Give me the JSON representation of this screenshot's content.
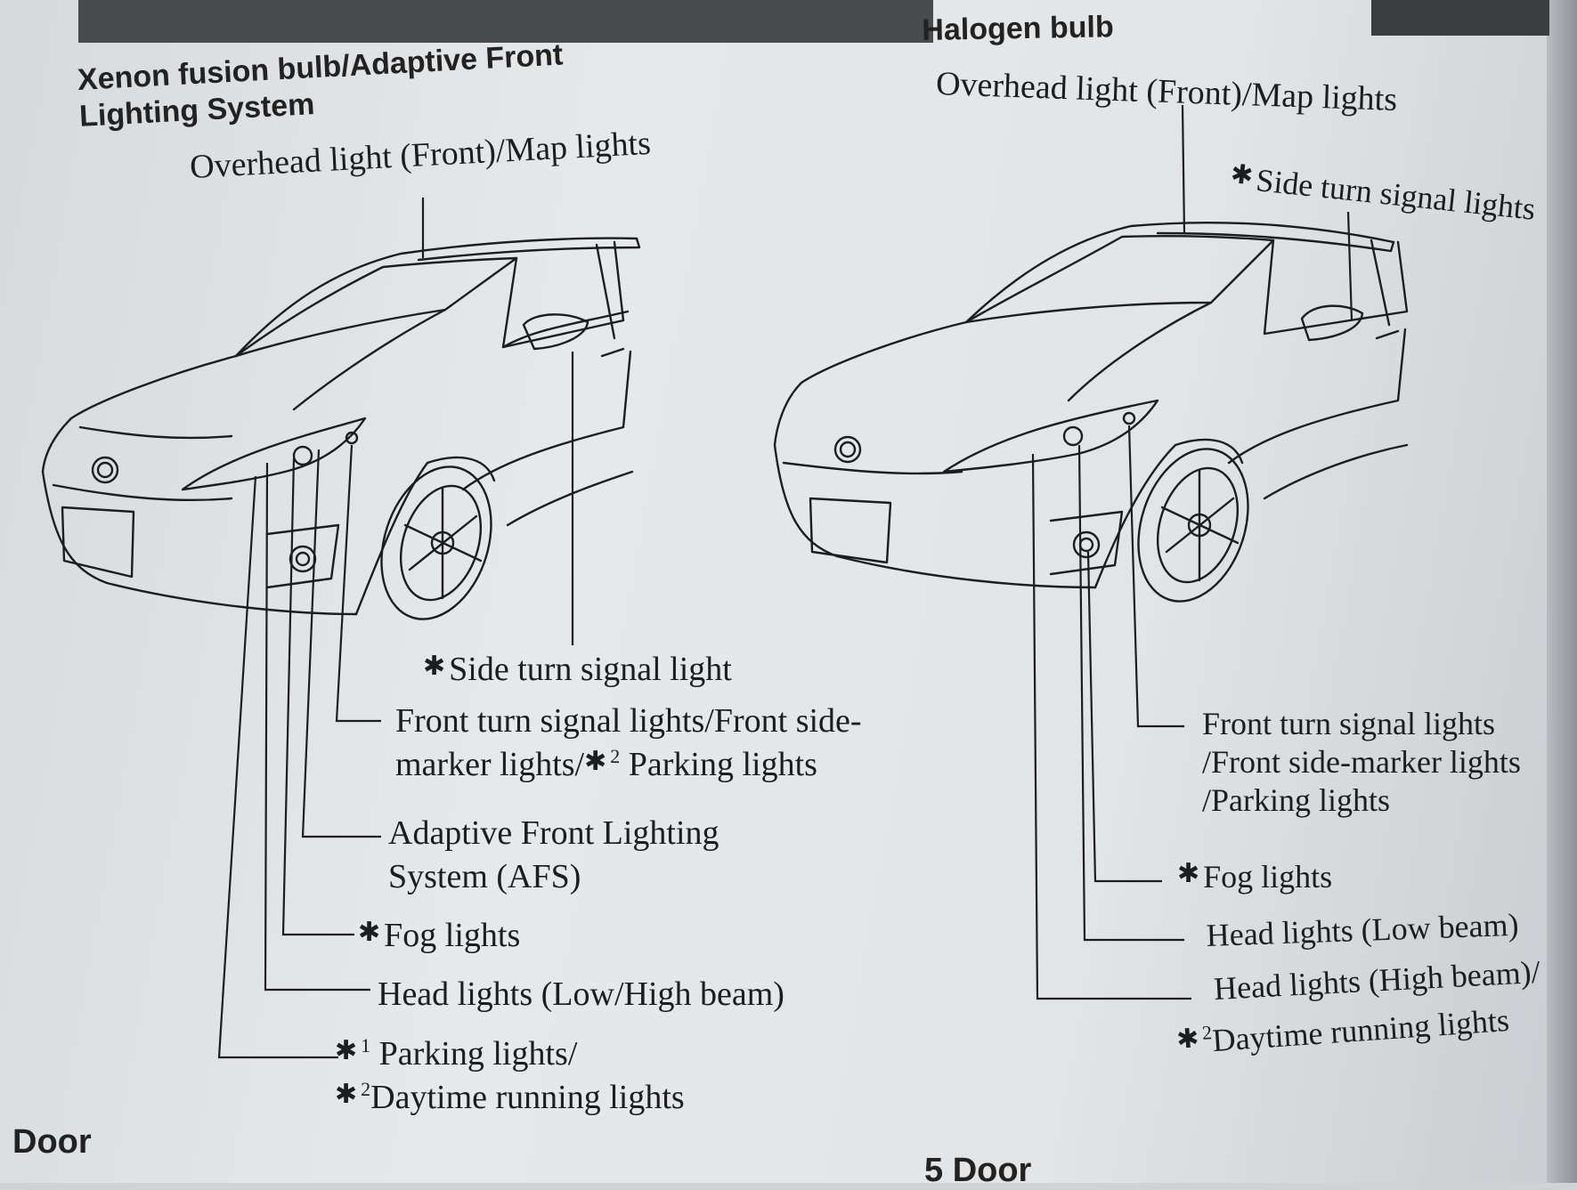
{
  "left": {
    "title_line1": "Xenon fusion bulb/Adaptive Front",
    "title_line2": "Lighting System",
    "overhead": "Overhead light (Front)/Map lights",
    "side_turn": "Side turn signal light",
    "front_turn_line1": "Front turn signal lights/Front side-",
    "front_turn_line2a": "marker lights/",
    "front_turn_line2b": "Parking lights",
    "afs_line1": "Adaptive Front Lighting",
    "afs_line2": "System (AFS)",
    "fog": "Fog lights",
    "head": "Head lights (Low/High beam)",
    "parking_line1": "Parking lights/",
    "parking_line2": "Daytime running lights",
    "footer": "Door"
  },
  "right": {
    "title": "Halogen bulb",
    "overhead": "Overhead light (Front)/Map lights",
    "side_turn": "Side turn signal lights",
    "front_turn_line1": "Front turn signal lights",
    "front_turn_line2": "/Front side-marker lights",
    "front_turn_line3": "/Parking lights",
    "fog": "Fog lights",
    "head_low": "Head lights (Low beam)",
    "head_high": "Head lights (High beam)/",
    "drl": "Daytime running lights",
    "footer": "5 Door"
  },
  "marks": {
    "star": "✱",
    "one": "1",
    "two": "2"
  }
}
